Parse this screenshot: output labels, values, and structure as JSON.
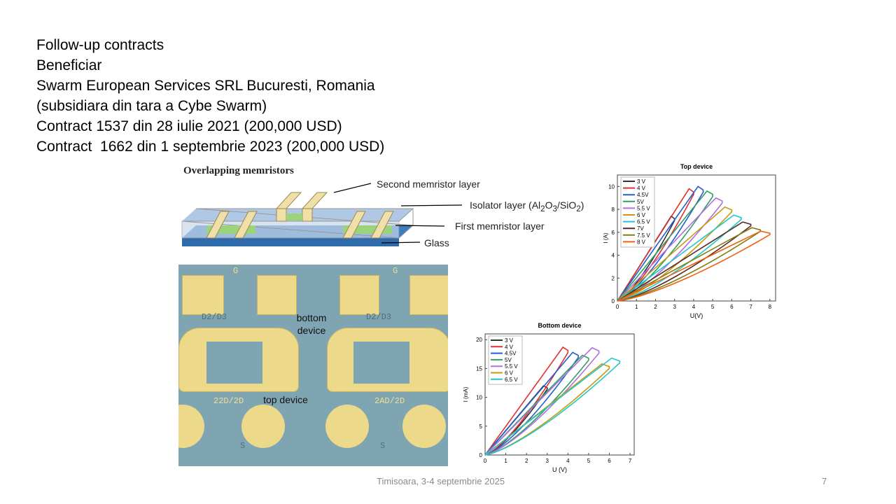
{
  "text_lines": [
    "Follow-up contracts",
    "Beneficiar",
    "Swarm European Services SRL Bucuresti, Romania",
    "(subsidiara din tara a Cybe Swarm)",
    "Contract 1537 din 28 iulie 2021 (200,000 USD)",
    "Contract  1662 din 1 septembrie 2023 (200,000 USD)"
  ],
  "schematic": {
    "title": "Overlapping memristors",
    "labels": [
      "Second memristor layer",
      "Isolator layer (Al2O3/SiO2)",
      "First memristor layer",
      "Glass"
    ]
  },
  "micrograph": {
    "labels": {
      "bottom": "bottom device",
      "top": "top device"
    },
    "marks": [
      "G",
      "G",
      "D2/D3",
      "D2/D3",
      "22D/2D",
      "2AD/2D",
      "S",
      "S"
    ]
  },
  "footer": "Timisoara, 3-4 septembrie 2025",
  "page_number": "7",
  "chart_data": [
    {
      "type": "line",
      "title": "Top device",
      "xlabel": "U(V)",
      "ylabel": "I (A)",
      "xlim": [
        0,
        8.3
      ],
      "ylim": [
        0,
        11
      ],
      "xticks": [
        0,
        1,
        2,
        3,
        4,
        5,
        6,
        7,
        8
      ],
      "yticks": [
        0,
        2,
        4,
        6,
        8,
        10
      ],
      "series": [
        {
          "name": "3 V",
          "vmax": 3,
          "ipeak": 7.4,
          "color": "#333333"
        },
        {
          "name": "4 V",
          "vmax": 4,
          "ipeak": 9.8,
          "color": "#e03030"
        },
        {
          "name": "4.5V",
          "vmax": 4.5,
          "ipeak": 10.0,
          "color": "#2060d0"
        },
        {
          "name": "5V",
          "vmax": 5,
          "ipeak": 9.6,
          "color": "#30a060"
        },
        {
          "name": "5.5 V",
          "vmax": 5.5,
          "ipeak": 9.0,
          "color": "#b070e0"
        },
        {
          "name": "6 V",
          "vmax": 6,
          "ipeak": 8.2,
          "color": "#c89a10"
        },
        {
          "name": "6.5 V",
          "vmax": 6.5,
          "ipeak": 7.5,
          "color": "#20c8c8"
        },
        {
          "name": "7V",
          "vmax": 7,
          "ipeak": 6.9,
          "color": "#5a2a2a"
        },
        {
          "name": "7.5 V",
          "vmax": 7.5,
          "ipeak": 6.4,
          "color": "#808010"
        },
        {
          "name": "8 V",
          "vmax": 8,
          "ipeak": 6.1,
          "color": "#f06010"
        }
      ]
    },
    {
      "type": "line",
      "title": "Bottom device",
      "xlabel": "U (V)",
      "ylabel": "I (mA)",
      "xlim": [
        0,
        7.2
      ],
      "ylim": [
        0,
        21
      ],
      "xticks": [
        0,
        1,
        2,
        3,
        4,
        5,
        6,
        7
      ],
      "yticks": [
        0,
        5,
        10,
        15,
        20
      ],
      "series": [
        {
          "name": "3 V",
          "vmax": 3,
          "ipeak": 12,
          "color": "#333333"
        },
        {
          "name": "4 V",
          "vmax": 4,
          "ipeak": 18.7,
          "color": "#e03030"
        },
        {
          "name": "4.5V",
          "vmax": 4.5,
          "ipeak": 17.8,
          "color": "#2060d0"
        },
        {
          "name": "5V",
          "vmax": 5,
          "ipeak": 17.3,
          "color": "#30a060"
        },
        {
          "name": "5.5 V",
          "vmax": 5.5,
          "ipeak": 18.6,
          "color": "#b070e0"
        },
        {
          "name": "6 V",
          "vmax": 6,
          "ipeak": 15.8,
          "color": "#c89a10"
        },
        {
          "name": "6.5 V",
          "vmax": 6.5,
          "ipeak": 16.8,
          "color": "#20c8c8"
        }
      ]
    }
  ]
}
